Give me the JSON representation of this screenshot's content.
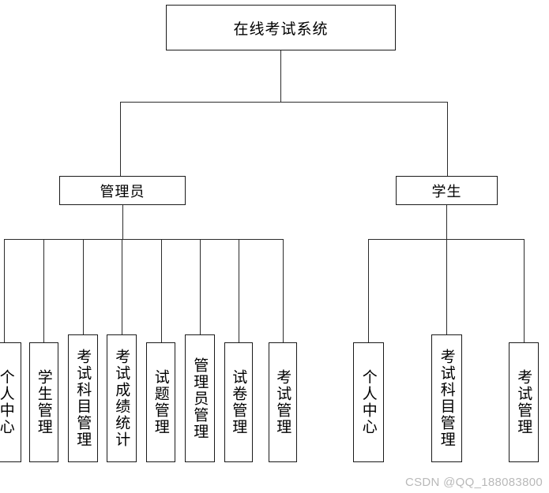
{
  "diagram": {
    "type": "tree-hierarchy-chart",
    "root": {
      "label": "在线考试系统"
    },
    "level2": [
      {
        "label": "管理员"
      },
      {
        "label": "学生"
      }
    ],
    "admin_children": [
      {
        "label": "个人中心"
      },
      {
        "label": "学生管理"
      },
      {
        "label": "考试科目管理"
      },
      {
        "label": "考试成绩统计"
      },
      {
        "label": "试题管理"
      },
      {
        "label": "管理员管理"
      },
      {
        "label": "试卷管理"
      },
      {
        "label": "考试管理"
      }
    ],
    "student_children": [
      {
        "label": "个人中心"
      },
      {
        "label": "考试科目管理"
      },
      {
        "label": "考试管理"
      }
    ]
  },
  "watermark": {
    "text": "CSDN @QQ_188083800"
  },
  "colors": {
    "line": "#2b2b2b",
    "border": "#1a1a1a",
    "background": "#ffffff",
    "watermark": "#b9b9b9"
  }
}
